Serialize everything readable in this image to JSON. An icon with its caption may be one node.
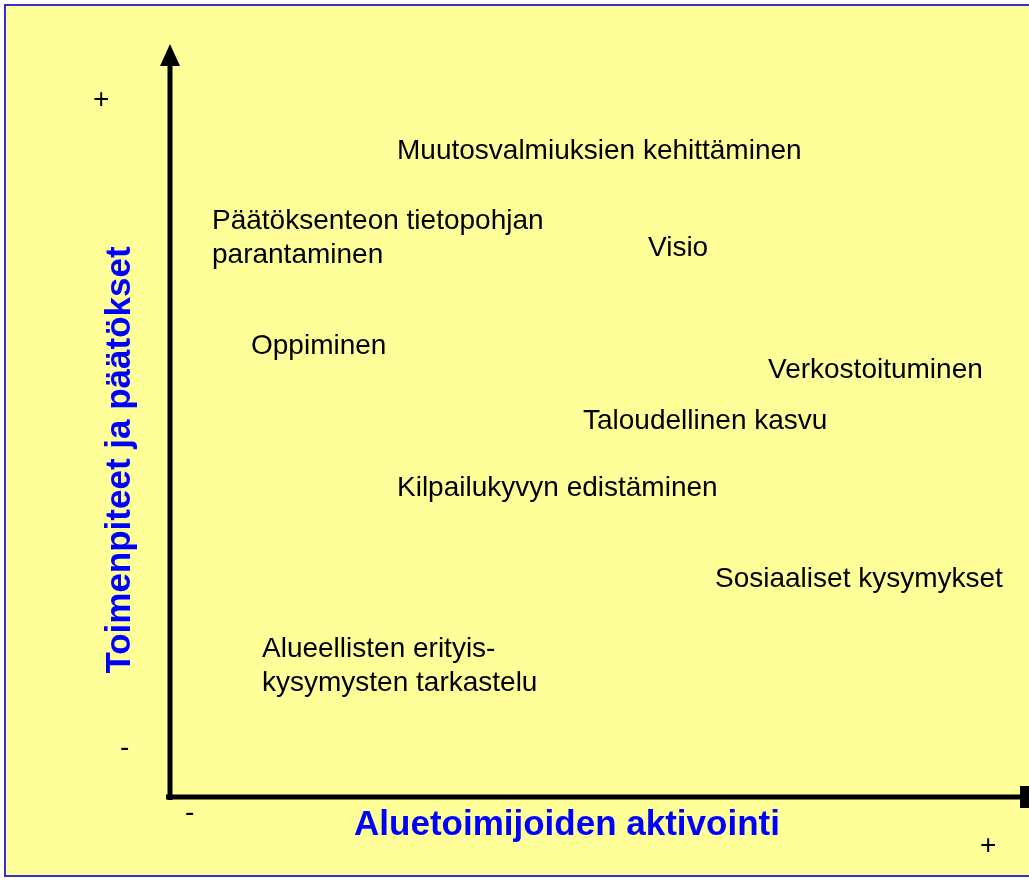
{
  "diagram": {
    "labels": [
      "+",
      "Muutosvalmiuksien kehittäminen",
      "Päätöksenteon tietopohjan parantaminen",
      "Visio",
      "Toimenpiteet ja päätökset",
      "Oppiminen",
      "Verkostoituminen",
      "Taloudellinen kasvu",
      "Kilpailukyvyn edistäminen",
      "Sosiaaliset kysymykset",
      "Alueellisten erityis- kysymysten tarkastelu",
      "-",
      "-",
      "Aluetoimijoiden aktivointi",
      "+"
    ]
  }
}
